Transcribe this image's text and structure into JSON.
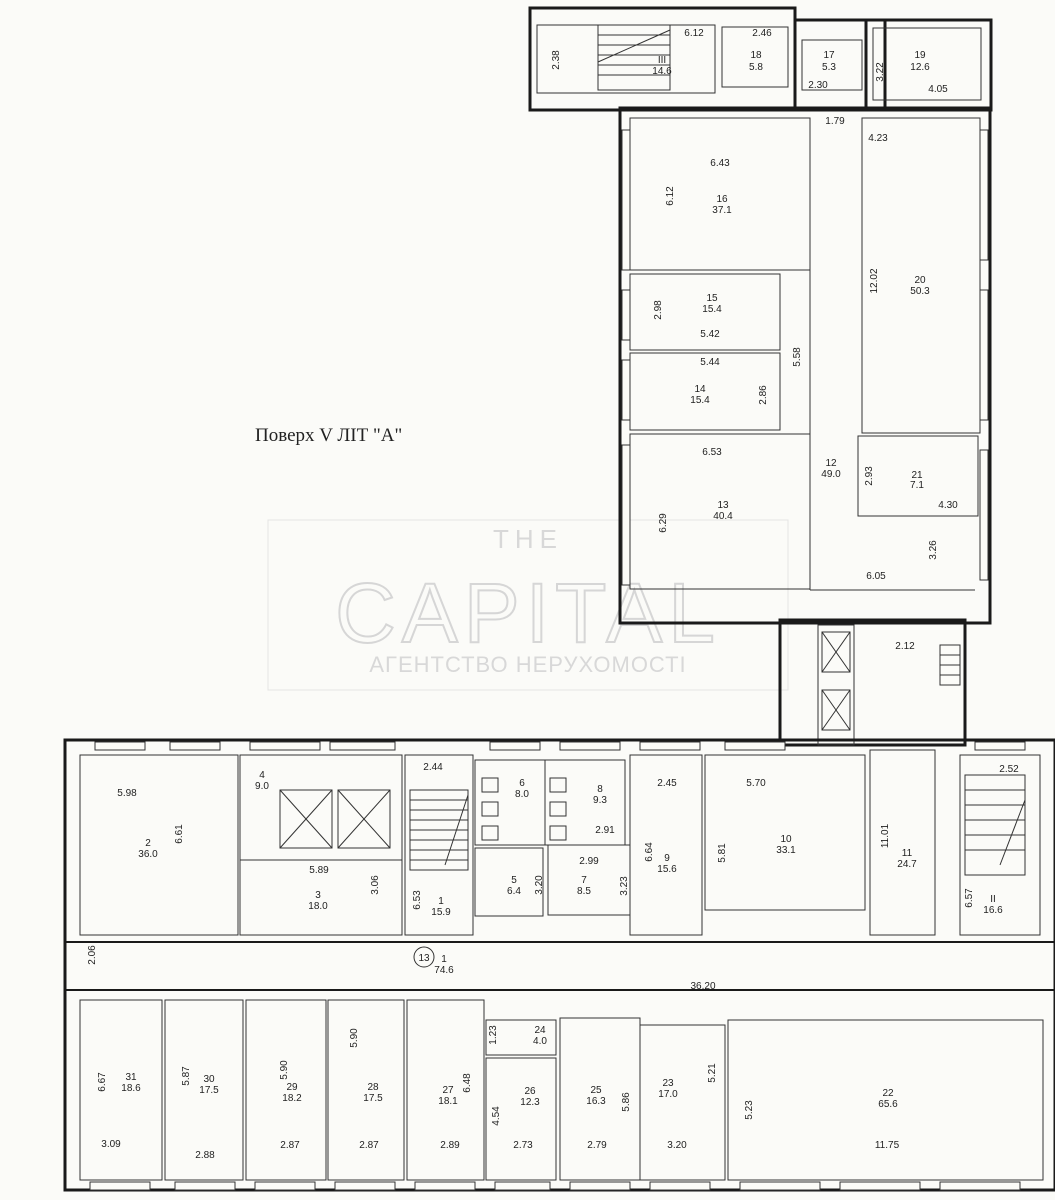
{
  "floor_title": "Поверх  V   ЛІТ \"А\"",
  "watermark": {
    "line1": "THE",
    "line2": "CAPITAL",
    "line3": "АГЕНТСТВО НЕРУХОМОСТІ"
  },
  "marker": "13",
  "labels": [
    "2.46",
    "6.12",
    "2.38",
    "III",
    "14.6",
    "18",
    "5.8",
    "17",
    "5.3",
    "19",
    "12.6",
    "3.22",
    "4.05",
    "2.30",
    "1.79",
    "6.43",
    "6.12",
    "16",
    "37.1",
    "4.23",
    "12.02",
    "20",
    "50.3",
    "15",
    "15.4",
    "2.98",
    "5.42",
    "5.58",
    "5.44",
    "14",
    "15.4",
    "2.86",
    "6.53",
    "6.29",
    "13",
    "40.4",
    "12",
    "49.0",
    "2.93",
    "21",
    "7.1",
    "4.30",
    "3.26",
    "6.05",
    "2.12",
    "4",
    "9.0",
    "2.44",
    "6",
    "8.0",
    "8",
    "9.3",
    "2.45",
    "5.70",
    "2.52",
    "5.98",
    "6.61",
    "2",
    "36.0",
    "5.89",
    "3",
    "18.0",
    "3.06",
    "6.53",
    "1",
    "15.9",
    "2.91",
    "5",
    "6.4",
    "3.20",
    "2.99",
    "7",
    "8.5",
    "3.23",
    "6.64",
    "9",
    "15.6",
    "5.81",
    "10",
    "33.1",
    "11.01",
    "11",
    "24.7",
    "6.57",
    "II",
    "16.6",
    "2.06",
    "1",
    "74.6",
    "36.20",
    "6.67",
    "31",
    "18.6",
    "3.09",
    "5.87",
    "30",
    "17.5",
    "2.88",
    "5.90",
    "29",
    "18.2",
    "2.87",
    "5.90",
    "28",
    "17.5",
    "2.87",
    "6.48",
    "27",
    "18.1",
    "2.89",
    "1.23",
    "24",
    "4.0",
    "4.54",
    "26",
    "12.3",
    "2.73",
    "25",
    "16.3",
    "2.79",
    "5.86",
    "23",
    "17.0",
    "5.21",
    "3.20",
    "5.23",
    "22",
    "65.6",
    "11.75"
  ]
}
